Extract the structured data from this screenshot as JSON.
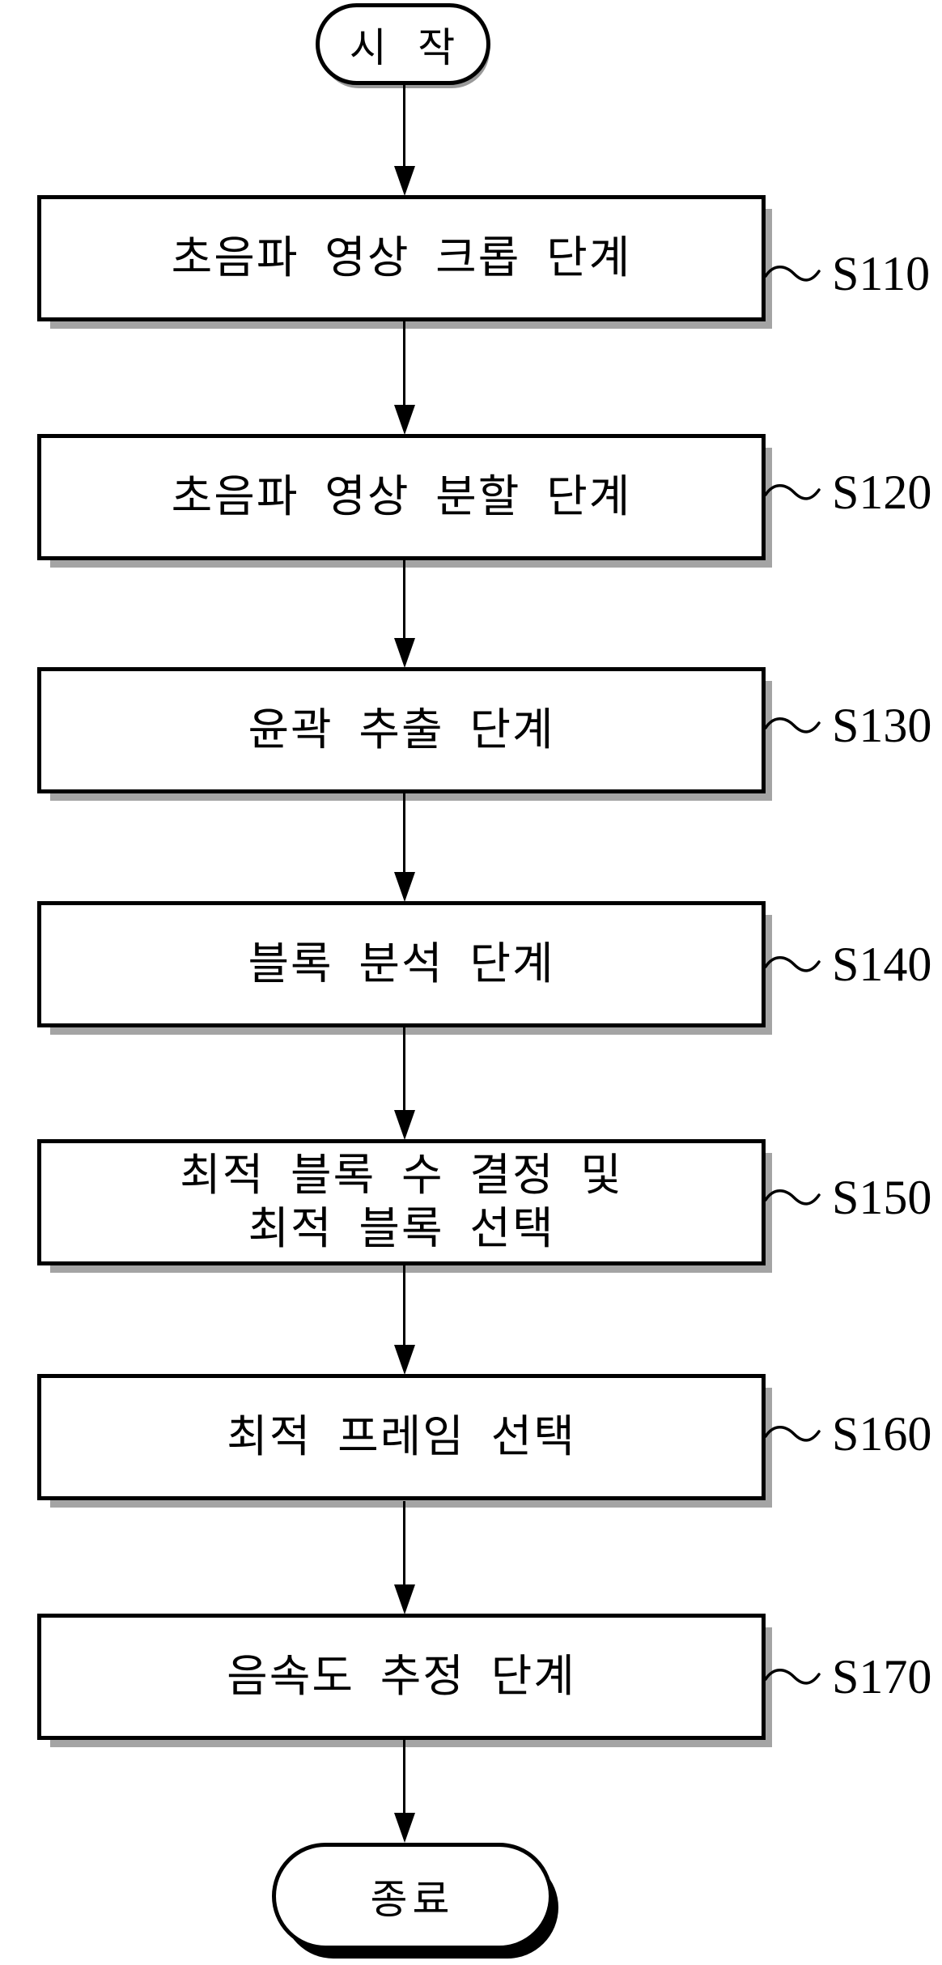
{
  "flow": {
    "start_label": "시 작",
    "end_label": "종료",
    "connector_symbol": "~",
    "steps": [
      {
        "code": "S110",
        "lines": [
          "초음파 영상 크롭 단계"
        ]
      },
      {
        "code": "S120",
        "lines": [
          "초음파 영상 분할 단계"
        ]
      },
      {
        "code": "S130",
        "lines": [
          "윤곽 추출 단계"
        ]
      },
      {
        "code": "S140",
        "lines": [
          "블록 분석 단계"
        ]
      },
      {
        "code": "S150",
        "lines": [
          "최적 블록 수 결정 및",
          "최적 블록 선택"
        ]
      },
      {
        "code": "S160",
        "lines": [
          "최적 프레임 선택"
        ]
      },
      {
        "code": "S170",
        "lines": [
          "음속도 추정 단계"
        ]
      }
    ],
    "colors": {
      "ink": "#000000",
      "fill": "#ffffff",
      "box_shadow": "#a4a4a4",
      "end_shadow": "#000000"
    }
  }
}
